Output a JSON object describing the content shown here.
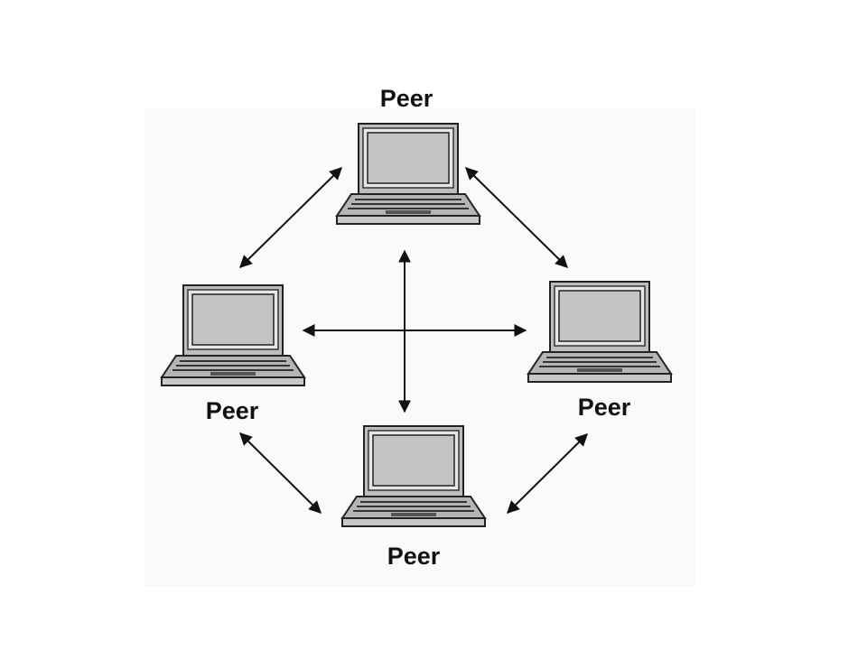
{
  "nodes": [
    {
      "id": "top",
      "label": "Peer",
      "icon": "laptop-icon"
    },
    {
      "id": "left",
      "label": "Peer",
      "icon": "laptop-icon"
    },
    {
      "id": "right",
      "label": "Peer",
      "icon": "laptop-icon"
    },
    {
      "id": "bottom",
      "label": "Peer",
      "icon": "laptop-icon"
    }
  ],
  "edges": [
    {
      "from": "top",
      "to": "left",
      "directed": "both"
    },
    {
      "from": "top",
      "to": "right",
      "directed": "both"
    },
    {
      "from": "left",
      "to": "bottom",
      "directed": "both"
    },
    {
      "from": "right",
      "to": "bottom",
      "directed": "both"
    },
    {
      "from": "left",
      "to": "right",
      "directed": "both"
    },
    {
      "from": "top",
      "to": "bottom",
      "directed": "both"
    }
  ],
  "colors": {
    "laptop_body": "#c8c8c8",
    "laptop_screen": "#c4c4c4",
    "outline": "#222222",
    "arrow": "#111111",
    "panel": "#fafafa"
  }
}
